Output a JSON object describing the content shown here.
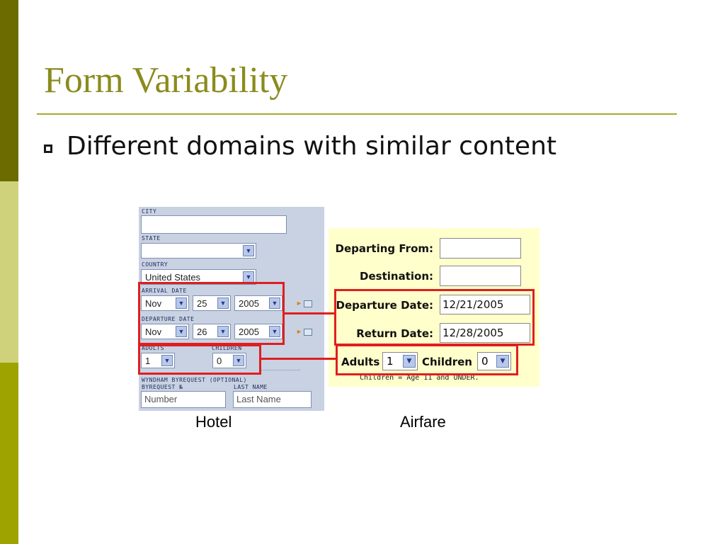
{
  "slide": {
    "title": "Form Variability",
    "bullet": "Different domains with similar content",
    "colors": {
      "title": "#8b8b1e",
      "highlight": "#e01e1e",
      "hotel_bg": "#c8d2e3",
      "airfare_bg": "#ffffcc"
    }
  },
  "hotel": {
    "city_label": "CITY",
    "state_label": "STATE",
    "country_label": "COUNTRY",
    "country_value": "United States",
    "arrival_label": "ARRIVAL DATE",
    "arrival": {
      "month": "Nov",
      "day": "25",
      "year": "2005"
    },
    "departure_label": "DEPARTURE DATE",
    "departure": {
      "month": "Nov",
      "day": "26",
      "year": "2005"
    },
    "adults_label": "ADULTS",
    "adults_value": "1",
    "children_label": "CHILDREN",
    "children_value": "0",
    "byrequest_label": "WYNDHAM BYREQUEST (OPTIONAL)",
    "byrequest_no_label": "BYREQUEST №",
    "byrequest_no_placeholder": "Number",
    "last_name_label": "LAST NAME",
    "last_name_placeholder": "Last Name",
    "caption": "Hotel"
  },
  "airfare": {
    "departing_from_label": "Departing From:",
    "destination_label": "Destination:",
    "departure_date_label": "Departure Date:",
    "departure_date_value": "12/21/2005",
    "return_date_label": "Return Date:",
    "return_date_value": "12/28/2005",
    "adults_label": "Adults",
    "adults_value": "1",
    "children_label": "Children",
    "children_value": "0",
    "note": "Children = Age 11 and UNDER.",
    "caption": "Airfare"
  },
  "icons": {
    "dropdown": "chevron-down-icon",
    "calendar": "calendar-icon"
  }
}
